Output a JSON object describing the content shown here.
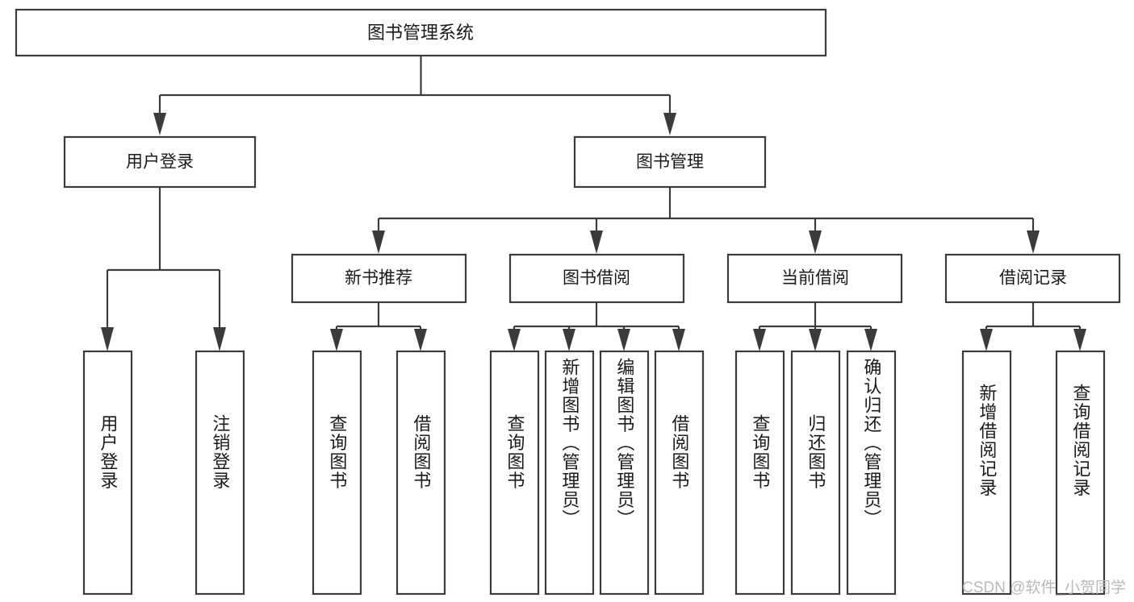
{
  "diagram": {
    "title_node": {
      "label": "图书管理系统"
    },
    "level2": [
      {
        "id": "user-login",
        "label": "用户登录"
      },
      {
        "id": "book-management",
        "label": "图书管理"
      }
    ],
    "level3": [
      {
        "id": "new-book-recommend",
        "label": "新书推荐"
      },
      {
        "id": "book-borrow",
        "label": "图书借阅"
      },
      {
        "id": "current-borrow",
        "label": "当前借阅"
      },
      {
        "id": "borrow-record",
        "label": "借阅记录"
      }
    ],
    "leaves": [
      {
        "id": "leaf-user-login",
        "label": "用户登录",
        "parent": "user-login"
      },
      {
        "id": "leaf-logout-login",
        "label": "注销登录",
        "parent": "user-login"
      },
      {
        "id": "leaf-query-book-1",
        "label": "查询图书",
        "parent": "new-book-recommend"
      },
      {
        "id": "leaf-borrow-book-1",
        "label": "借阅图书",
        "parent": "new-book-recommend"
      },
      {
        "id": "leaf-query-book-2",
        "label": "查询图书",
        "parent": "book-borrow"
      },
      {
        "id": "leaf-add-book",
        "label": "新增图书（管理员）",
        "parent": "book-borrow"
      },
      {
        "id": "leaf-edit-book",
        "label": "编辑图书（管理员）",
        "parent": "book-borrow"
      },
      {
        "id": "leaf-borrow-book-2",
        "label": "借阅图书",
        "parent": "book-borrow"
      },
      {
        "id": "leaf-query-book-3",
        "label": "查询图书",
        "parent": "current-borrow"
      },
      {
        "id": "leaf-return-book",
        "label": "归还图书",
        "parent": "current-borrow"
      },
      {
        "id": "leaf-confirm-return",
        "label": "确认归还（管理员）",
        "parent": "current-borrow"
      },
      {
        "id": "leaf-add-record",
        "label": "新增借阅记录",
        "parent": "borrow-record"
      },
      {
        "id": "leaf-query-record",
        "label": "查询借阅记录",
        "parent": "borrow-record"
      }
    ]
  },
  "watermark": {
    "text": "CSDN @软件_小贺同学"
  },
  "colors": {
    "stroke": "#3b3b3b",
    "fill": "#ffffff",
    "text": "#1a1a1a",
    "watermark": "#b9b9b9"
  }
}
